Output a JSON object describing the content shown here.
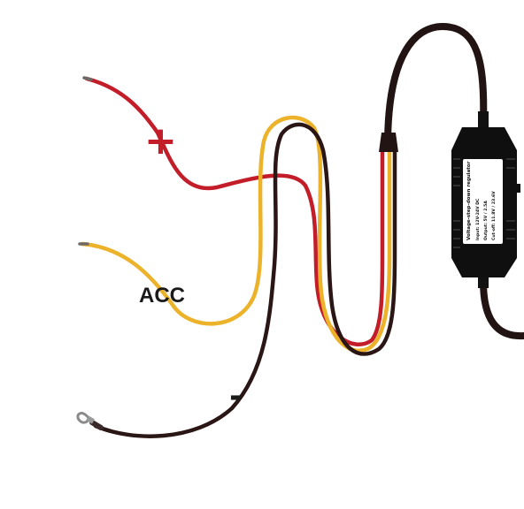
{
  "labels": {
    "positive": "+",
    "acc": "ACC",
    "negative": "-"
  },
  "device": {
    "title": "Voltage-step-down regulator",
    "lines": [
      "Input: 12V-24V DC",
      "Output: 5V / 2.5A",
      "Cut-off: 11.8V / 23.6V"
    ]
  },
  "colors": {
    "red_wire": "#c21d28",
    "yellow_wire": "#ecb22a",
    "black_wire": "#2a1615",
    "main_cable": "#231414",
    "wire_tip": "#6f6a68",
    "label_text": "#1a1a1a",
    "device_body": "#0f0f0f",
    "device_label_bg": "#ffffff"
  },
  "icons": {
    "terminal": "ring-terminal-icon"
  }
}
